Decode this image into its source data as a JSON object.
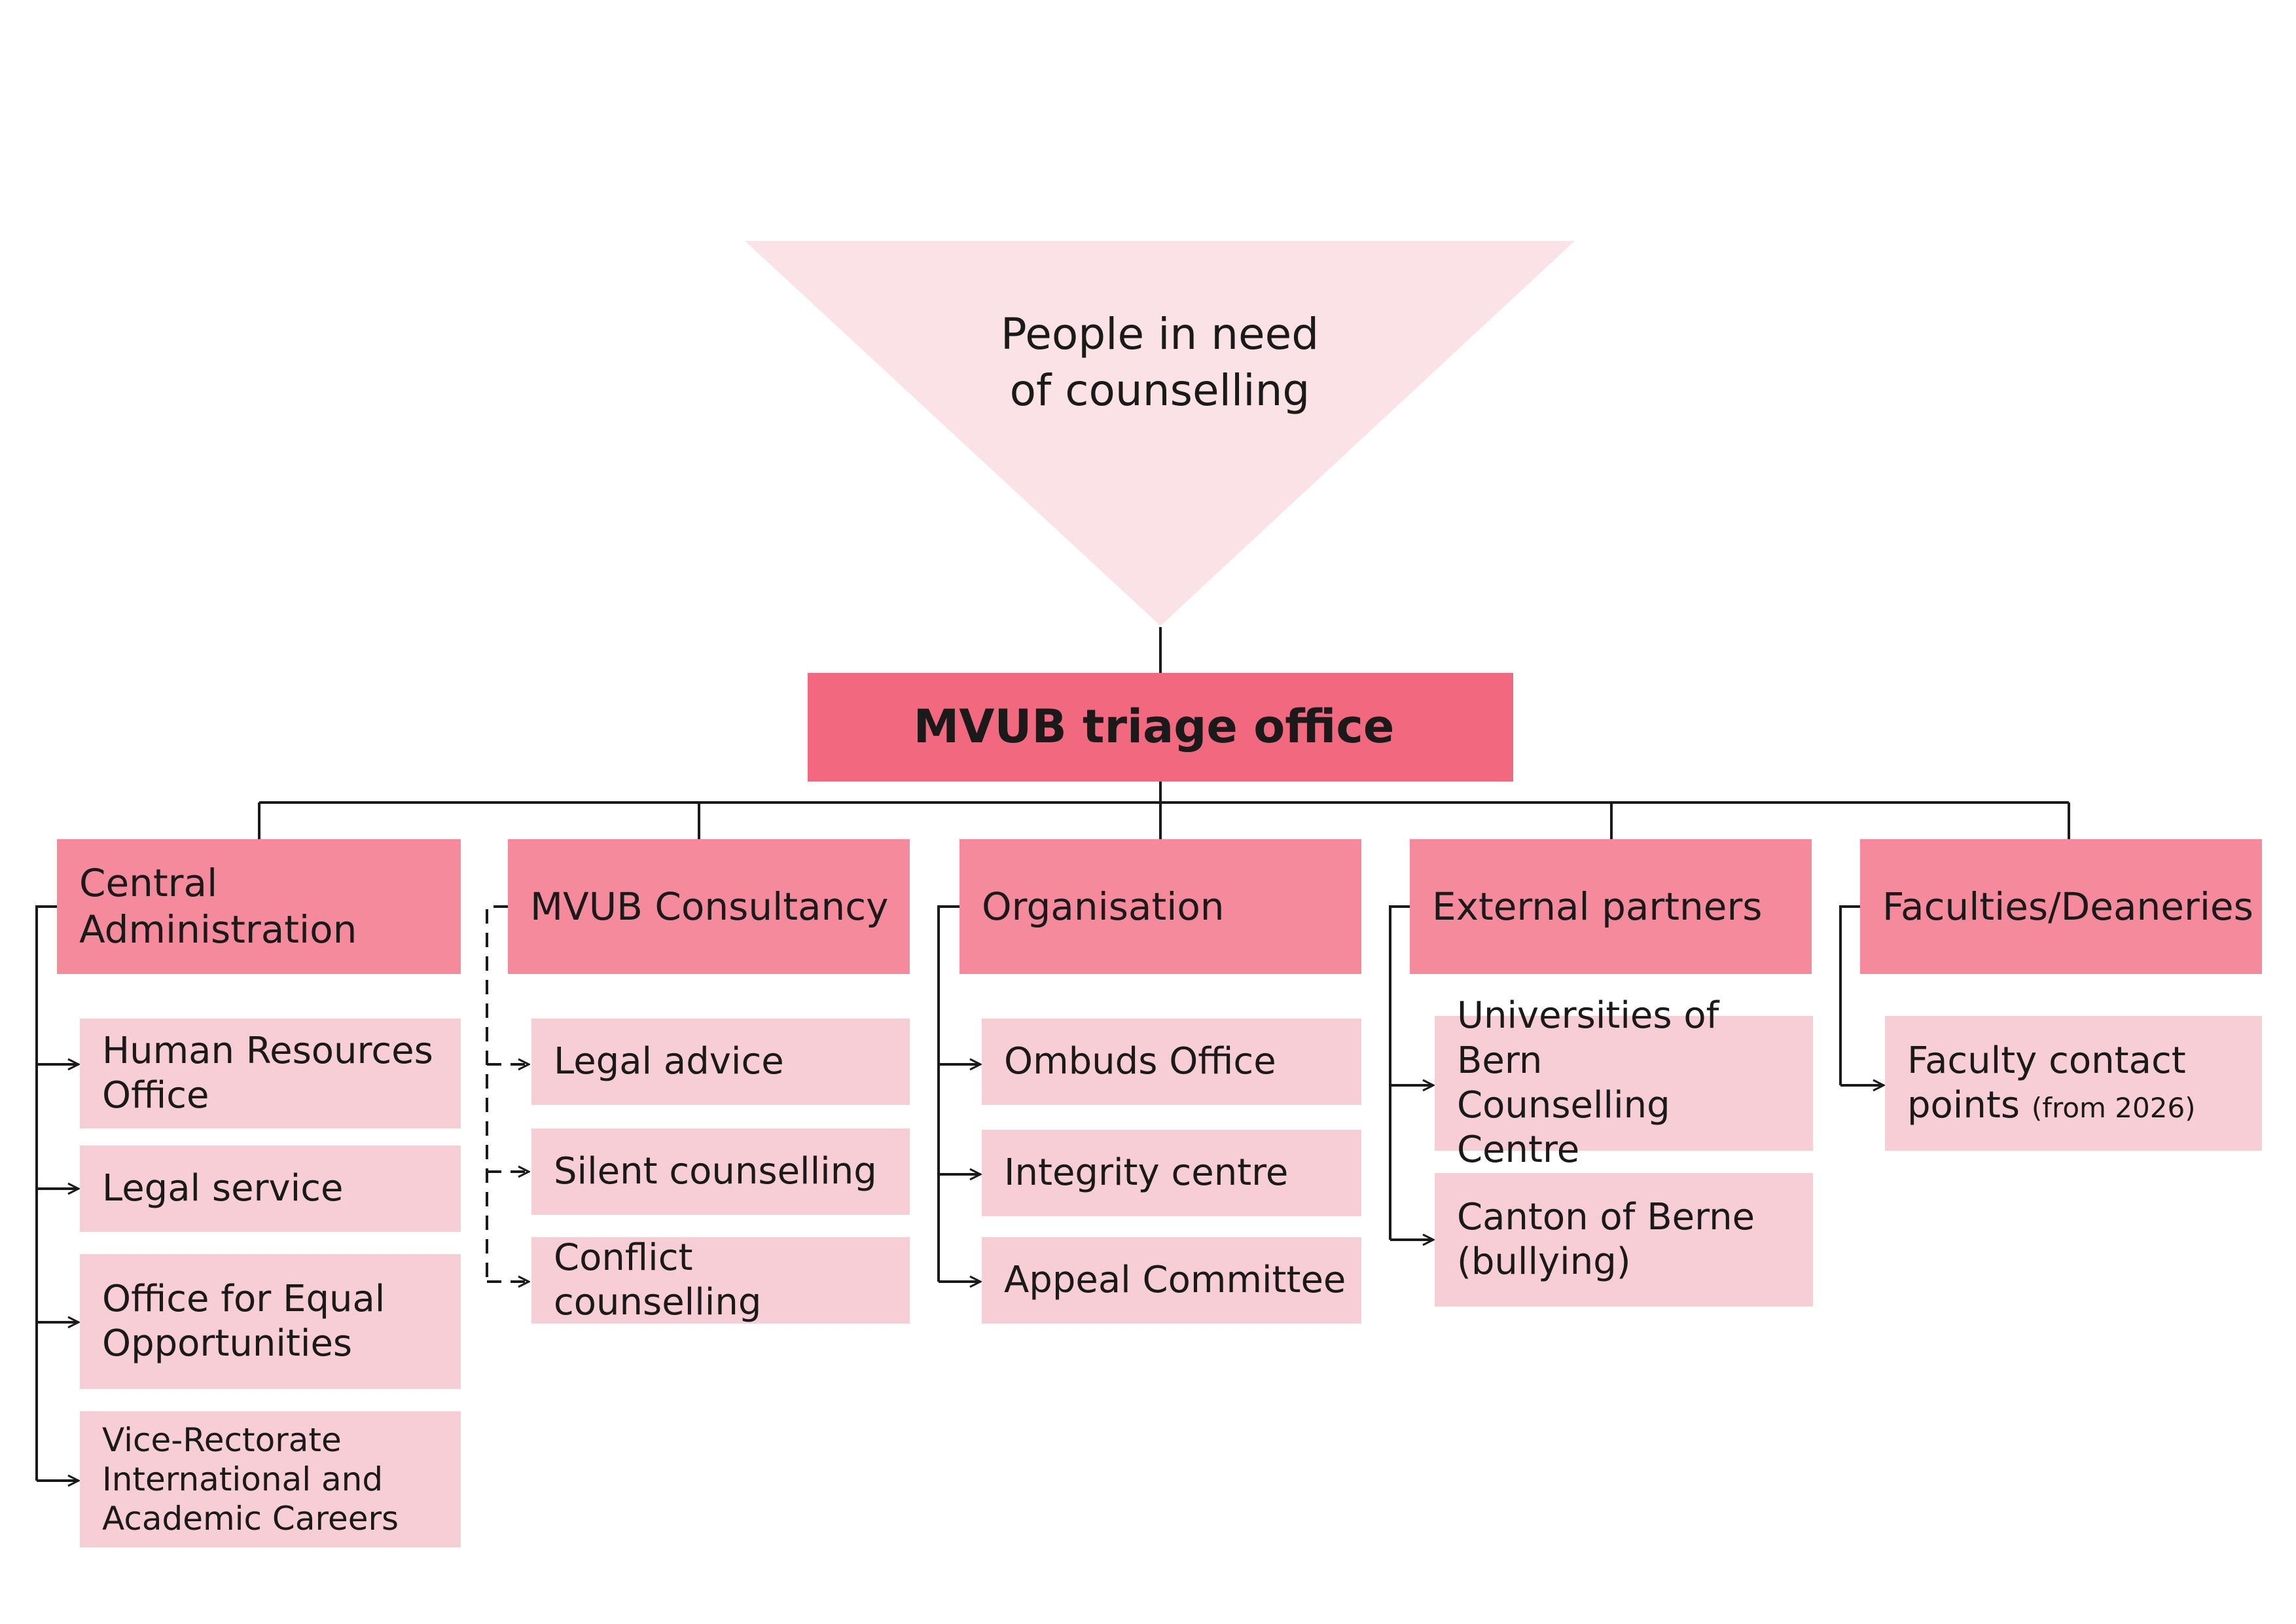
{
  "top": {
    "label_line1": "People in need",
    "label_line2": "of counselling"
  },
  "triage": {
    "label": "MVUB triage office"
  },
  "colors": {
    "triangle": "#fbe2e6",
    "triage_box": "#f2687f",
    "category_box": "#f48a9c",
    "leaf_box": "#f8ced6",
    "connector": "#1a1a1a"
  },
  "categories": [
    {
      "label_line1": "Central",
      "label_line2": "Administration",
      "connector": "solid",
      "items": [
        {
          "line1": "Human Resources",
          "line2": "Office"
        },
        {
          "line1": "Legal service"
        },
        {
          "line1": "Office for Equal",
          "line2": "Opportunities"
        },
        {
          "line1": "Vice-Rectorate",
          "line2": "International and",
          "line3": "Academic Careers"
        }
      ]
    },
    {
      "label_line1": "MVUB Consultancy",
      "connector": "dashed",
      "items": [
        {
          "line1": "Legal advice"
        },
        {
          "line1": "Silent counselling"
        },
        {
          "line1": "Conflict counselling"
        }
      ]
    },
    {
      "label_line1": "Organisation",
      "connector": "solid",
      "items": [
        {
          "line1": "Ombuds Office"
        },
        {
          "line1": "Integrity centre"
        },
        {
          "line1": "Appeal Committee"
        }
      ]
    },
    {
      "label_line1": "External partners",
      "connector": "solid",
      "items": [
        {
          "line1": "Universities of Bern",
          "line2": "Counselling Centre"
        },
        {
          "line1": "Canton of Berne",
          "line2": "(bullying)"
        }
      ]
    },
    {
      "label_line1": "Faculties/Deaneries",
      "connector": "solid",
      "items": [
        {
          "line1": "Faculty contact",
          "line2": "points",
          "note": "(from 2026)"
        }
      ]
    }
  ]
}
